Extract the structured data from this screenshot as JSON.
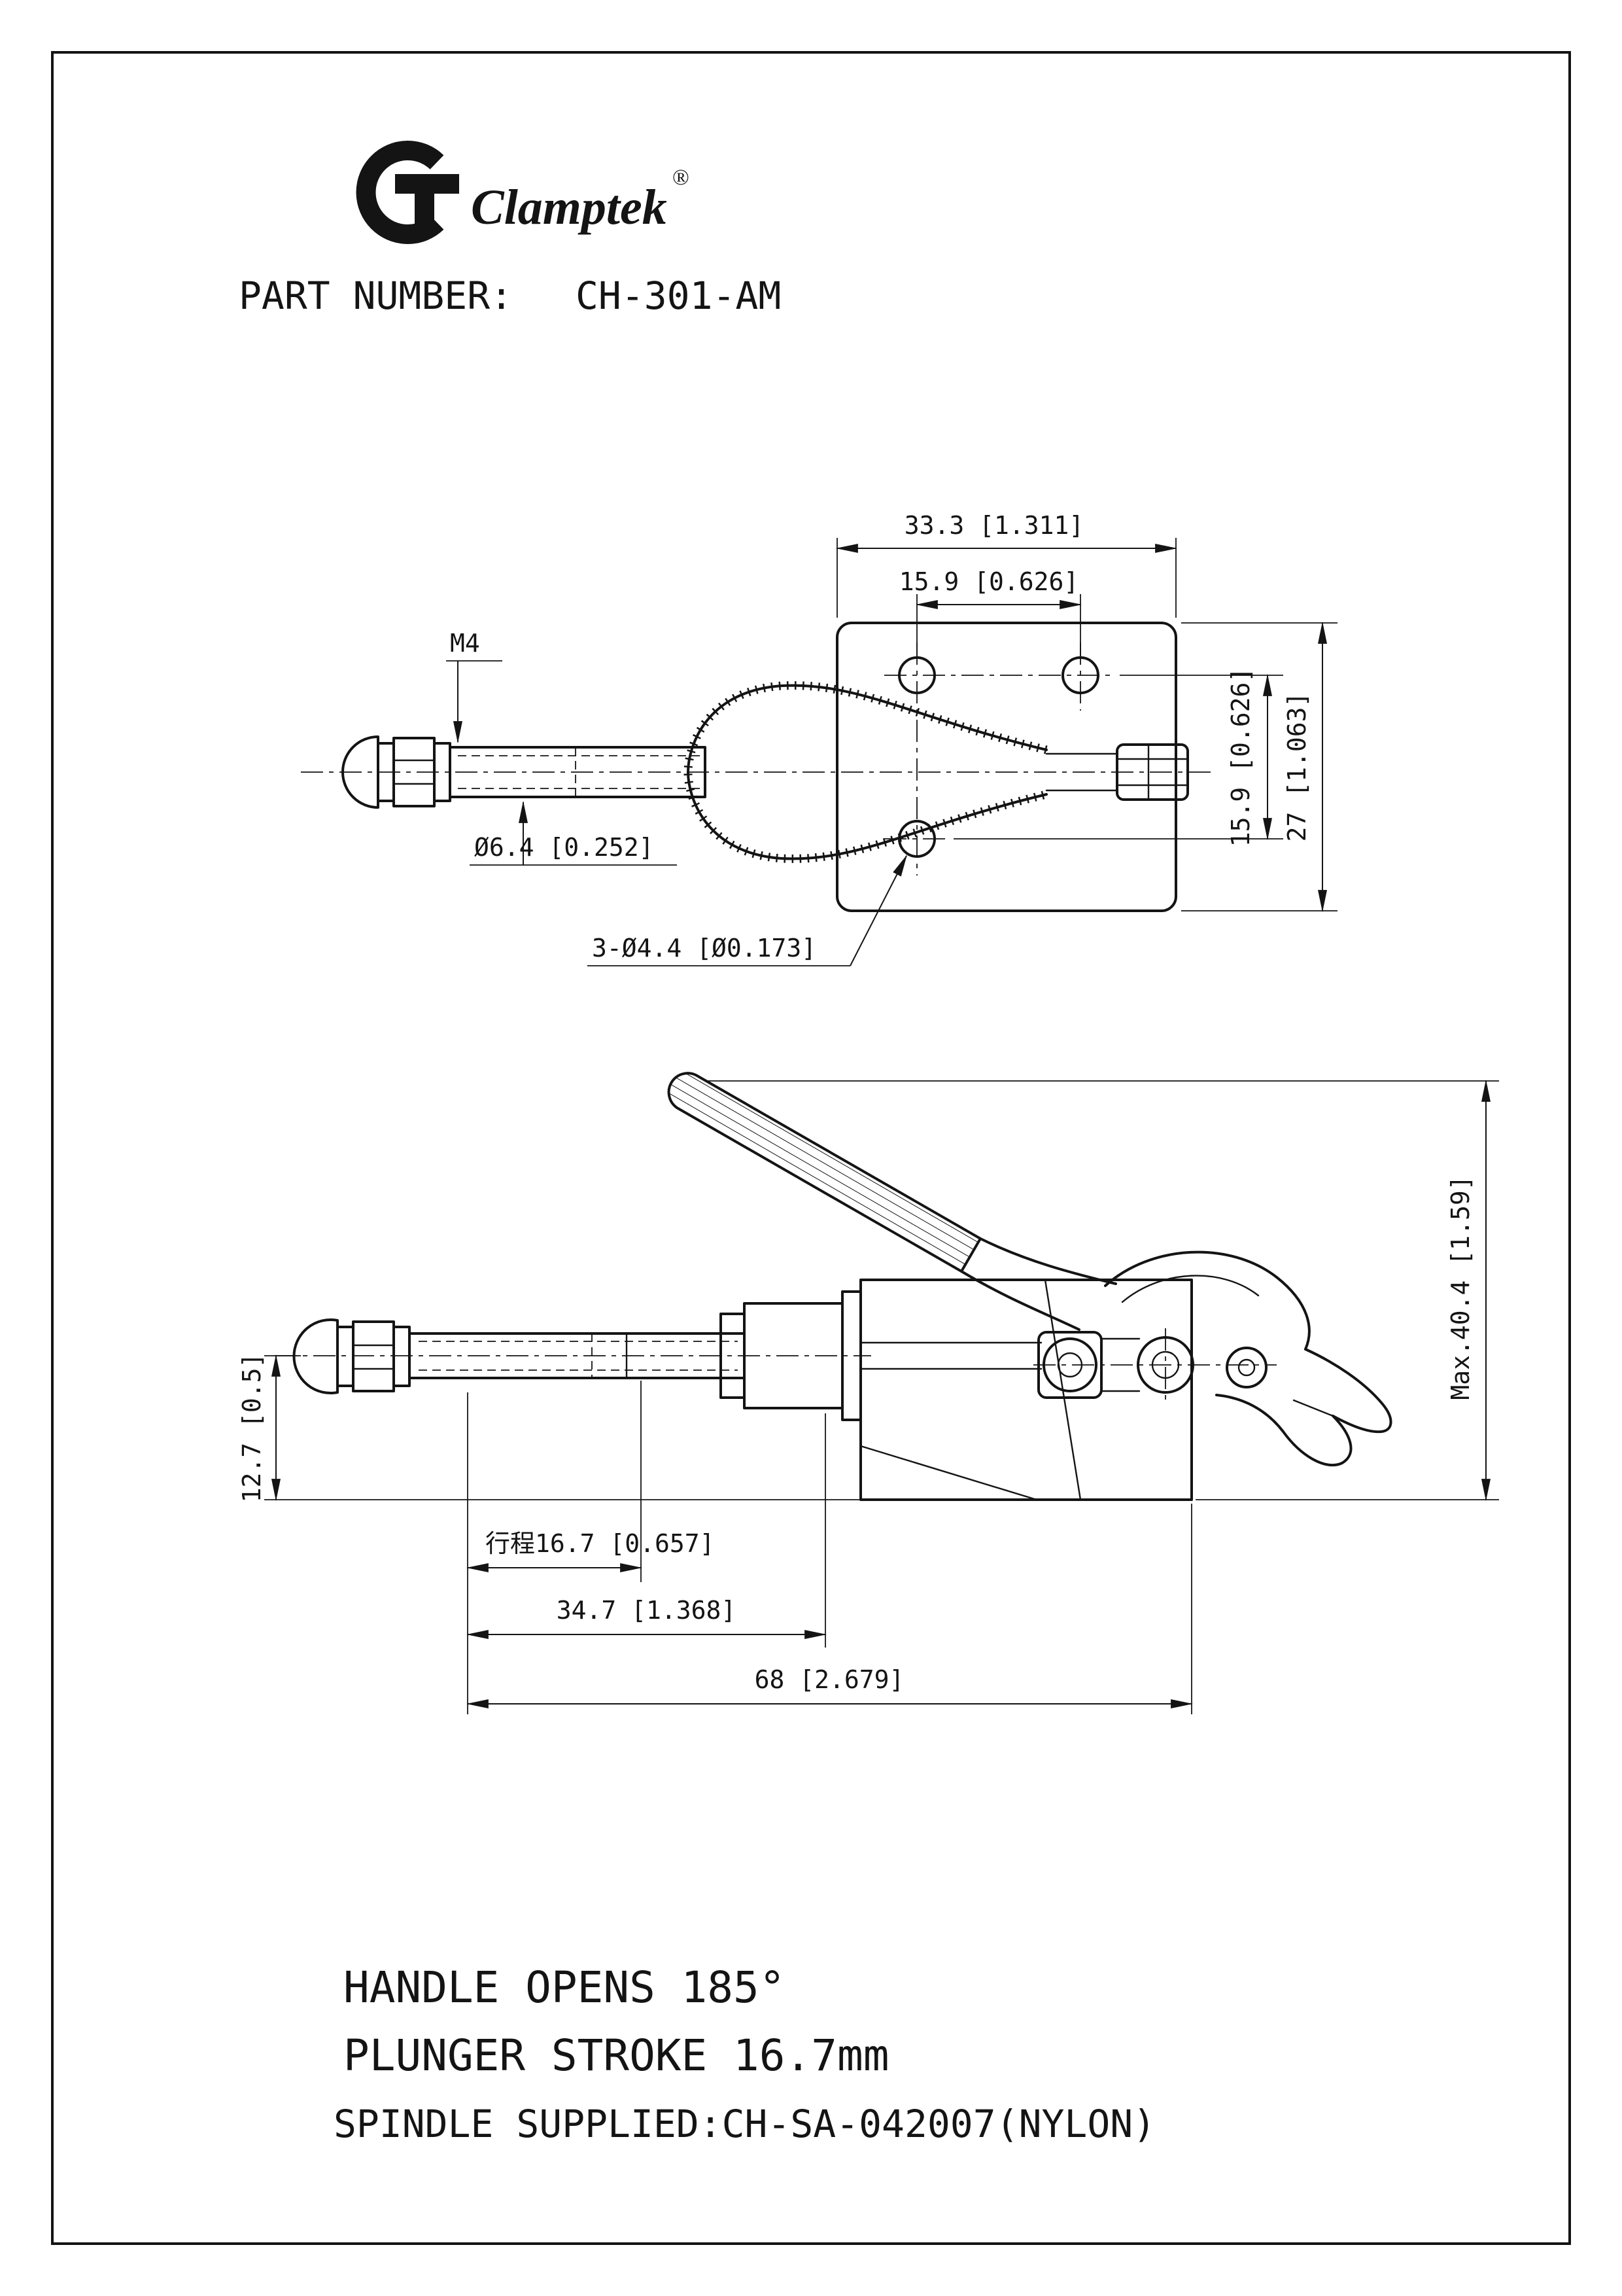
{
  "page": {
    "background": "#ffffff",
    "line_color": "#141414"
  },
  "logo": {
    "brand": "Clamptek",
    "registered": "®"
  },
  "header": {
    "part_number_label": "PART NUMBER:",
    "part_number_value": "CH-301-AM"
  },
  "top_view": {
    "dim_width": "33.3 [1.311]",
    "dim_hole_spacing": "15.9 [0.626]",
    "thread_callout": "M4",
    "spindle_diameter": "Ø6.4 [0.252]",
    "mounting_holes": "3-Ø4.4 [Ø0.173]",
    "dim_hole_row_height": "15.9 [0.626]",
    "dim_plate_height": "27 [1.063]"
  },
  "side_view": {
    "dim_base_height": "12.7 [0.5]",
    "dim_max_height": "Max.40.4 [1.59]",
    "dim_stroke": "行程16.7 [0.657]",
    "dim_mid_length": "34.7 [1.368]",
    "dim_total_length": "68 [2.679]"
  },
  "notes": {
    "handle_opens": "HANDLE OPENS  185°",
    "plunger_stroke": "PLUNGER STROKE 16.7mm",
    "spindle_supplied": "SPINDLE SUPPLIED:CH-SA-042007(NYLON)"
  }
}
